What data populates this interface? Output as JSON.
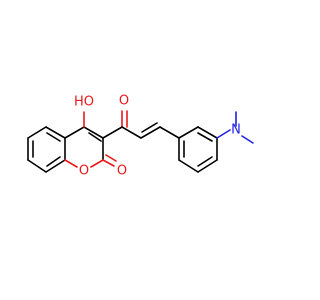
{
  "molecule": {
    "atoms": {
      "oh": {
        "label": "HO",
        "color": "#e8191c"
      },
      "o_ketone": {
        "label": "O",
        "color": "#e8191c"
      },
      "o_ring": {
        "label": "O",
        "color": "#e8191c"
      },
      "o_lactone": {
        "label": "O",
        "color": "#e8191c"
      },
      "n": {
        "label": "N",
        "color": "#2020e8"
      }
    },
    "colors": {
      "bond": "#000000",
      "oxygen": "#e8191c",
      "nitrogen": "#2020e8",
      "background": "#ffffff"
    }
  }
}
